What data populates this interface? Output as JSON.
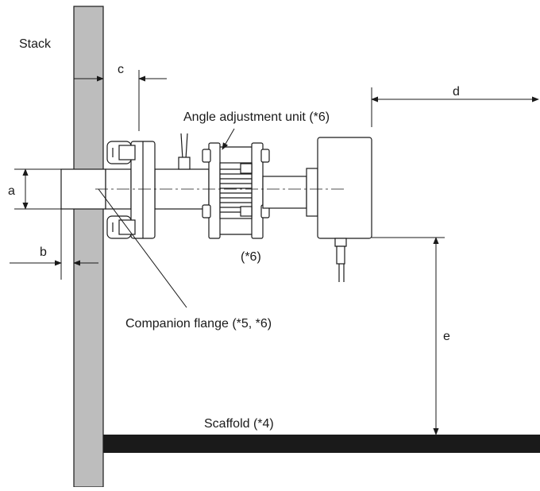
{
  "labels": {
    "stack": "Stack",
    "scaffold": "Scaffold (*4)",
    "angle_unit": "Angle adjustment unit (*6)",
    "companion_flange": "Companion flange (*5, *6)",
    "note_6": "(*6)"
  },
  "dimensions": {
    "a": "a",
    "b": "b",
    "c": "c",
    "d": "d",
    "e": "e"
  },
  "colors": {
    "stack_fill": "#bdbdbd",
    "scaffold_fill": "#1a1a1a",
    "line": "#1a1a1a",
    "background": "#ffffff"
  }
}
